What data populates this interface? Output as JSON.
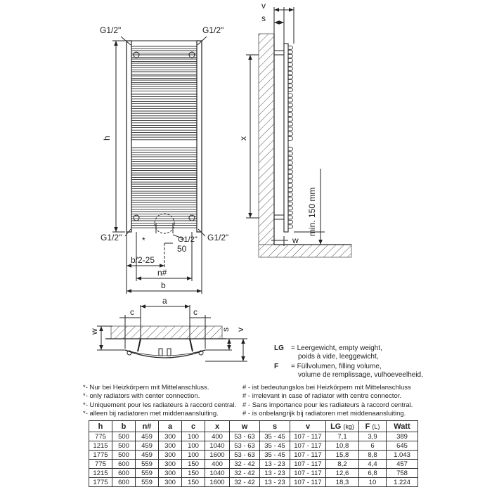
{
  "front_view": {
    "connections": [
      "G1/2\"",
      "G1/2\"",
      "G1/2\"",
      "G1/2\""
    ],
    "dim_h": "h",
    "dim_50": "50",
    "dim_b2": "b/2-25",
    "dim_n": "n#",
    "dim_b": "b",
    "star": "*"
  },
  "side_view": {
    "dim_v": "v",
    "dim_s": "s",
    "dim_x": "x",
    "dim_min": "min. 150 mm",
    "dim_w": "w"
  },
  "top_view": {
    "dim_a": "a",
    "dim_c_left": "c",
    "dim_c_right": "c",
    "dim_w": "w",
    "dim_s": "s",
    "dim_v": "v"
  },
  "legend": [
    {
      "key": "LG",
      "lines": [
        "= Leergewicht, empty weight,",
        "poids à vide, leeggewicht,"
      ]
    },
    {
      "key": "F",
      "lines": [
        "= Füllvolumen, filling volume,",
        "volume de remplissage, vulhoeveelheid,"
      ]
    }
  ],
  "notes_left": [
    "*- Nur bei Heizkörpern mit Mittelanschluss.",
    "*- only radiators with center connection.",
    "*- Uniquement pour les radiateurs à raccord central.",
    "*- alleen bij radiatoren met middenaansluiting."
  ],
  "notes_right": [
    "# - ist bedeutungslos bei Heizkörpern mit Mittelanschluss",
    "# - irrelevant in case of radiator with centre connector.",
    "# - Sans importance pour les radiateurs à raccord central.",
    "# - is onbelangrijk bij radiatoren met middenaansluiting."
  ],
  "table": {
    "headers": [
      "h",
      "b",
      "n#",
      "a",
      "c",
      "x",
      "w",
      "s",
      "v",
      "LG",
      "F",
      "Watt"
    ],
    "units": {
      "LG": "(kg)",
      "F": "(L)"
    },
    "rows": [
      [
        "775",
        "500",
        "459",
        "300",
        "100",
        "400",
        "53 - 63",
        "35 - 45",
        "107 - 117",
        "7,1",
        "3,9",
        "389"
      ],
      [
        "1215",
        "500",
        "459",
        "300",
        "100",
        "1040",
        "53 - 63",
        "35 - 45",
        "107 - 117",
        "10,8",
        "6",
        "645"
      ],
      [
        "1775",
        "500",
        "459",
        "300",
        "100",
        "1600",
        "53 - 63",
        "35 - 45",
        "107 - 117",
        "15,8",
        "8,8",
        "1.043"
      ],
      [
        "775",
        "600",
        "559",
        "300",
        "150",
        "400",
        "32 - 42",
        "13 - 23",
        "107 - 117",
        "8,2",
        "4,4",
        "457"
      ],
      [
        "1215",
        "600",
        "559",
        "300",
        "150",
        "1040",
        "32 - 42",
        "13 - 23",
        "107 - 117",
        "12,6",
        "6,8",
        "758"
      ],
      [
        "1775",
        "600",
        "559",
        "300",
        "150",
        "1600",
        "32 - 42",
        "13 - 23",
        "107 - 117",
        "18,3",
        "10",
        "1.224"
      ]
    ]
  }
}
